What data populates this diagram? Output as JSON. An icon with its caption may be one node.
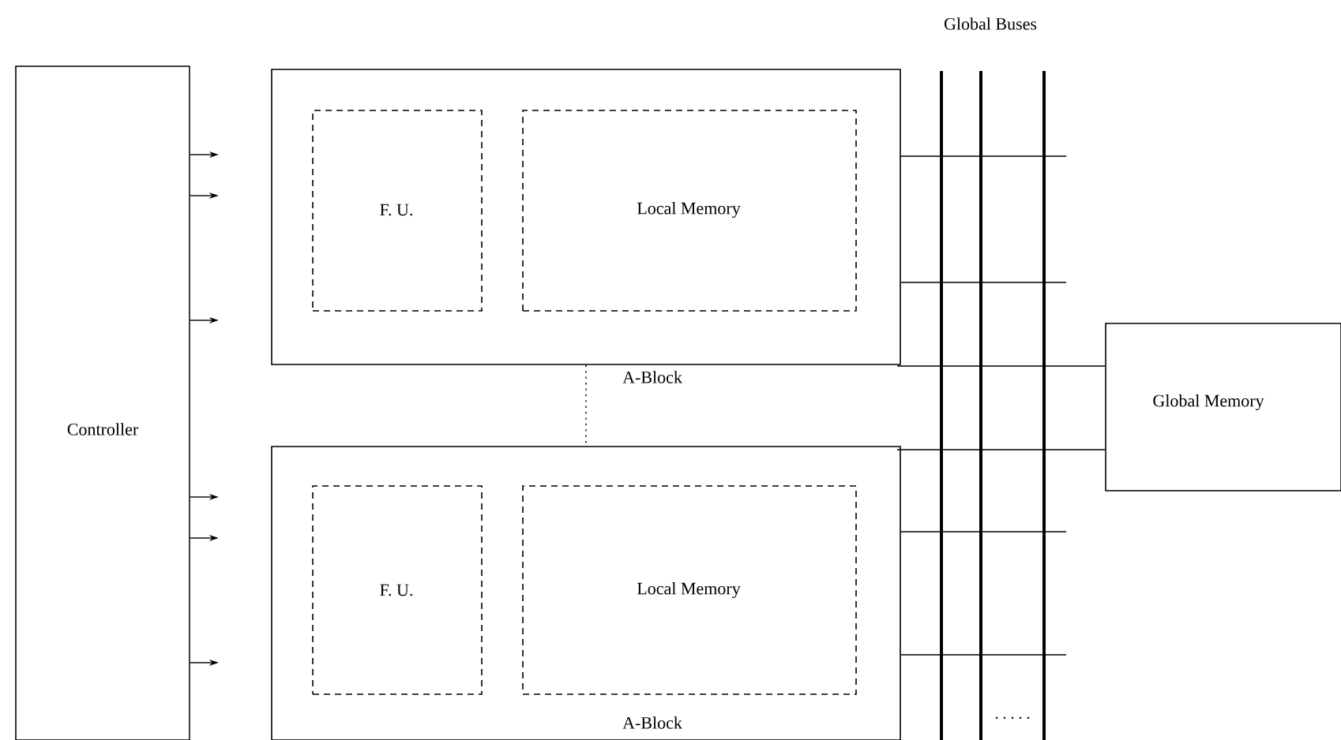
{
  "diagram": {
    "nodes": [
      {
        "text": [
          "Controller"
        ]
      },
      {
        "text": [
          "A-Block"
        ]
      },
      {
        "text": [
          "F. U."
        ],
        "in": 1
      },
      {
        "text": [
          "Local Memory"
        ],
        "in": 1
      },
      {
        "text": [
          "A-Block"
        ]
      },
      {
        "text": [
          "F. U."
        ],
        "in": 4
      },
      {
        "text": [
          "Local Memory"
        ],
        "in": 4
      },
      {
        "text": [
          "Global Memory"
        ]
      },
      {
        "text": [],
        "shape": "bar"
      },
      {
        "text": [],
        "shape": "bar"
      },
      {
        "text": [],
        "shape": "bar"
      }
    ],
    "edges": [
      {
        "from": 0,
        "to": null,
        "arrow": "to"
      },
      {
        "from": 0,
        "to": null,
        "arrow": "to"
      },
      {
        "from": 0,
        "to": null,
        "arrow": "to"
      },
      {
        "from": 0,
        "to": null,
        "arrow": "to"
      },
      {
        "from": 0,
        "to": null,
        "arrow": "to"
      },
      {
        "from": 0,
        "to": null,
        "arrow": "to"
      },
      {
        "from": 1,
        "to": 10,
        "arrow": "none"
      },
      {
        "from": 1,
        "to": 10,
        "arrow": "none"
      },
      {
        "from": 4,
        "to": 10,
        "arrow": "none"
      },
      {
        "from": 4,
        "to": 10,
        "arrow": "none"
      },
      {
        "from": 7,
        "to": 8,
        "arrow": "none"
      },
      {
        "from": 7,
        "to": 8,
        "arrow": "none"
      },
      {
        "from": 1,
        "to": 4,
        "arrow": "none",
        "style": "dashed"
      }
    ],
    "labels": [
      "Global Buses"
    ]
  }
}
